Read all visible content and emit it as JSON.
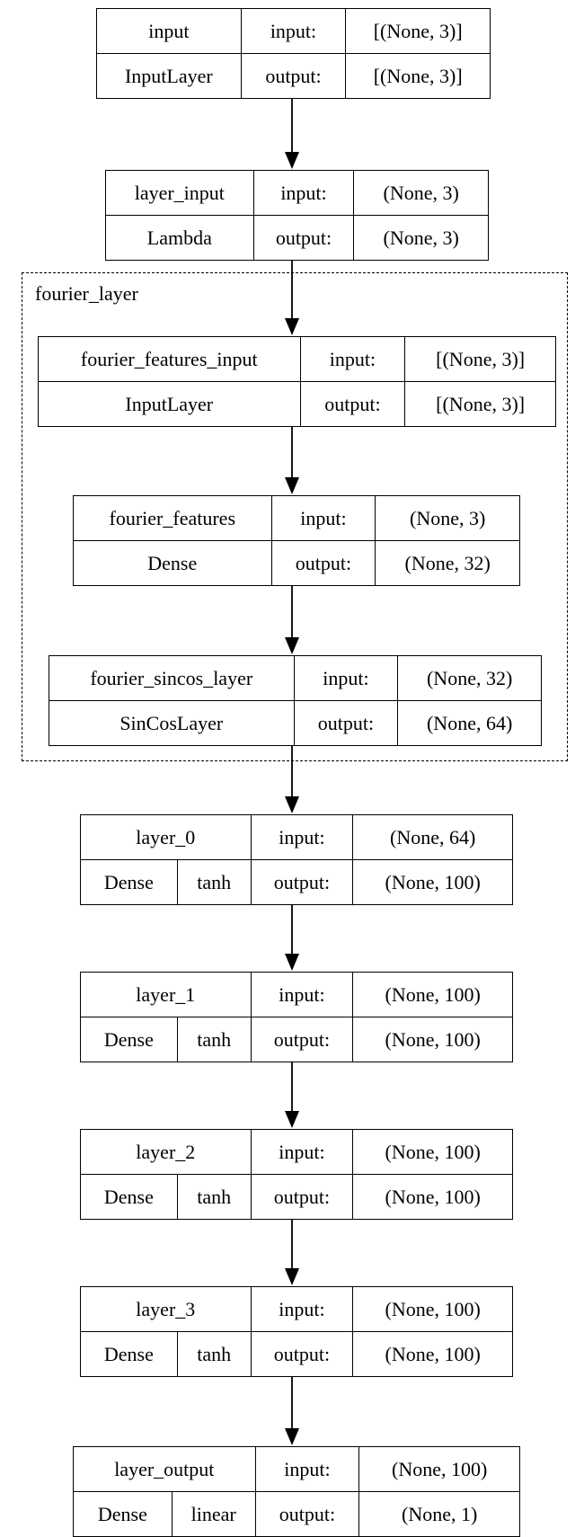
{
  "nodes": [
    {
      "id": "input",
      "name": "input",
      "class_name": "InputLayer",
      "activation": "",
      "in_label": "input:",
      "out_label": "output:",
      "input_shape": "[(None, 3)]",
      "output_shape": "[(None, 3)]"
    },
    {
      "id": "layer_input",
      "name": "layer_input",
      "class_name": "Lambda",
      "activation": "",
      "in_label": "input:",
      "out_label": "output:",
      "input_shape": "(None, 3)",
      "output_shape": "(None, 3)"
    },
    {
      "id": "fourier_features_input",
      "name": "fourier_features_input",
      "class_name": "InputLayer",
      "activation": "",
      "in_label": "input:",
      "out_label": "output:",
      "input_shape": "[(None, 3)]",
      "output_shape": "[(None, 3)]"
    },
    {
      "id": "fourier_features",
      "name": "fourier_features",
      "class_name": "Dense",
      "activation": "",
      "in_label": "input:",
      "out_label": "output:",
      "input_shape": "(None, 3)",
      "output_shape": "(None, 32)"
    },
    {
      "id": "fourier_sincos_layer",
      "name": "fourier_sincos_layer",
      "class_name": "SinCosLayer",
      "activation": "",
      "in_label": "input:",
      "out_label": "output:",
      "input_shape": "(None, 32)",
      "output_shape": "(None, 64)"
    },
    {
      "id": "layer_0",
      "name": "layer_0",
      "class_name": "Dense",
      "activation": "tanh",
      "in_label": "input:",
      "out_label": "output:",
      "input_shape": "(None, 64)",
      "output_shape": "(None, 100)"
    },
    {
      "id": "layer_1",
      "name": "layer_1",
      "class_name": "Dense",
      "activation": "tanh",
      "in_label": "input:",
      "out_label": "output:",
      "input_shape": "(None, 100)",
      "output_shape": "(None, 100)"
    },
    {
      "id": "layer_2",
      "name": "layer_2",
      "class_name": "Dense",
      "activation": "tanh",
      "in_label": "input:",
      "out_label": "output:",
      "input_shape": "(None, 100)",
      "output_shape": "(None, 100)"
    },
    {
      "id": "layer_3",
      "name": "layer_3",
      "class_name": "Dense",
      "activation": "tanh",
      "in_label": "input:",
      "out_label": "output:",
      "input_shape": "(None, 100)",
      "output_shape": "(None, 100)"
    },
    {
      "id": "layer_output",
      "name": "layer_output",
      "class_name": "Dense",
      "activation": "linear",
      "in_label": "input:",
      "out_label": "output:",
      "input_shape": "(None, 100)",
      "output_shape": "(None, 1)"
    }
  ],
  "cluster": {
    "label": "fourier_layer",
    "nodes": [
      "fourier_features_input",
      "fourier_features",
      "fourier_sincos_layer"
    ]
  },
  "edges": [
    {
      "from": "input",
      "to": "layer_input"
    },
    {
      "from": "layer_input",
      "to": "fourier_features_input"
    },
    {
      "from": "fourier_features_input",
      "to": "fourier_features"
    },
    {
      "from": "fourier_features",
      "to": "fourier_sincos_layer"
    },
    {
      "from": "fourier_sincos_layer",
      "to": "layer_0"
    },
    {
      "from": "layer_0",
      "to": "layer_1"
    },
    {
      "from": "layer_1",
      "to": "layer_2"
    },
    {
      "from": "layer_2",
      "to": "layer_3"
    },
    {
      "from": "layer_3",
      "to": "layer_output"
    }
  ]
}
